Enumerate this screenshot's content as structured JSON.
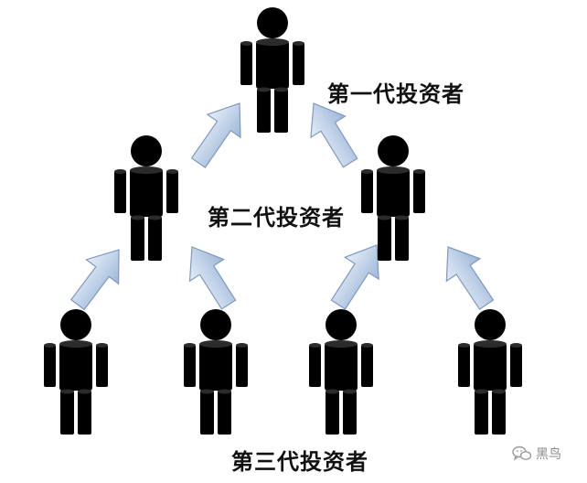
{
  "diagram": {
    "generations": [
      {
        "id": "gen1",
        "label": "第一代投资者",
        "investors": [
          "investor-1"
        ]
      },
      {
        "id": "gen2",
        "label": "第二代投资者",
        "investors": [
          "investor-2a",
          "investor-2b"
        ]
      },
      {
        "id": "gen3",
        "label": "第三代投资者",
        "investors": [
          "investor-3a",
          "investor-3b",
          "investor-3c",
          "investor-3d"
        ]
      }
    ],
    "links": [
      {
        "from": "investor-2a",
        "to": "investor-1"
      },
      {
        "from": "investor-2b",
        "to": "investor-1"
      },
      {
        "from": "investor-3a",
        "to": "investor-2a"
      },
      {
        "from": "investor-3b",
        "to": "investor-2a"
      },
      {
        "from": "investor-3c",
        "to": "investor-2b"
      },
      {
        "from": "investor-3d",
        "to": "investor-2b"
      }
    ],
    "colors": {
      "figure": "#000000",
      "arrow_fill_light": "#e6eef8",
      "arrow_fill_dark": "#9db6d8",
      "arrow_stroke": "#7f99c0",
      "text": "#111111"
    }
  },
  "watermark": {
    "text": "黑鸟",
    "icon": "wechat-bubble-icon"
  }
}
